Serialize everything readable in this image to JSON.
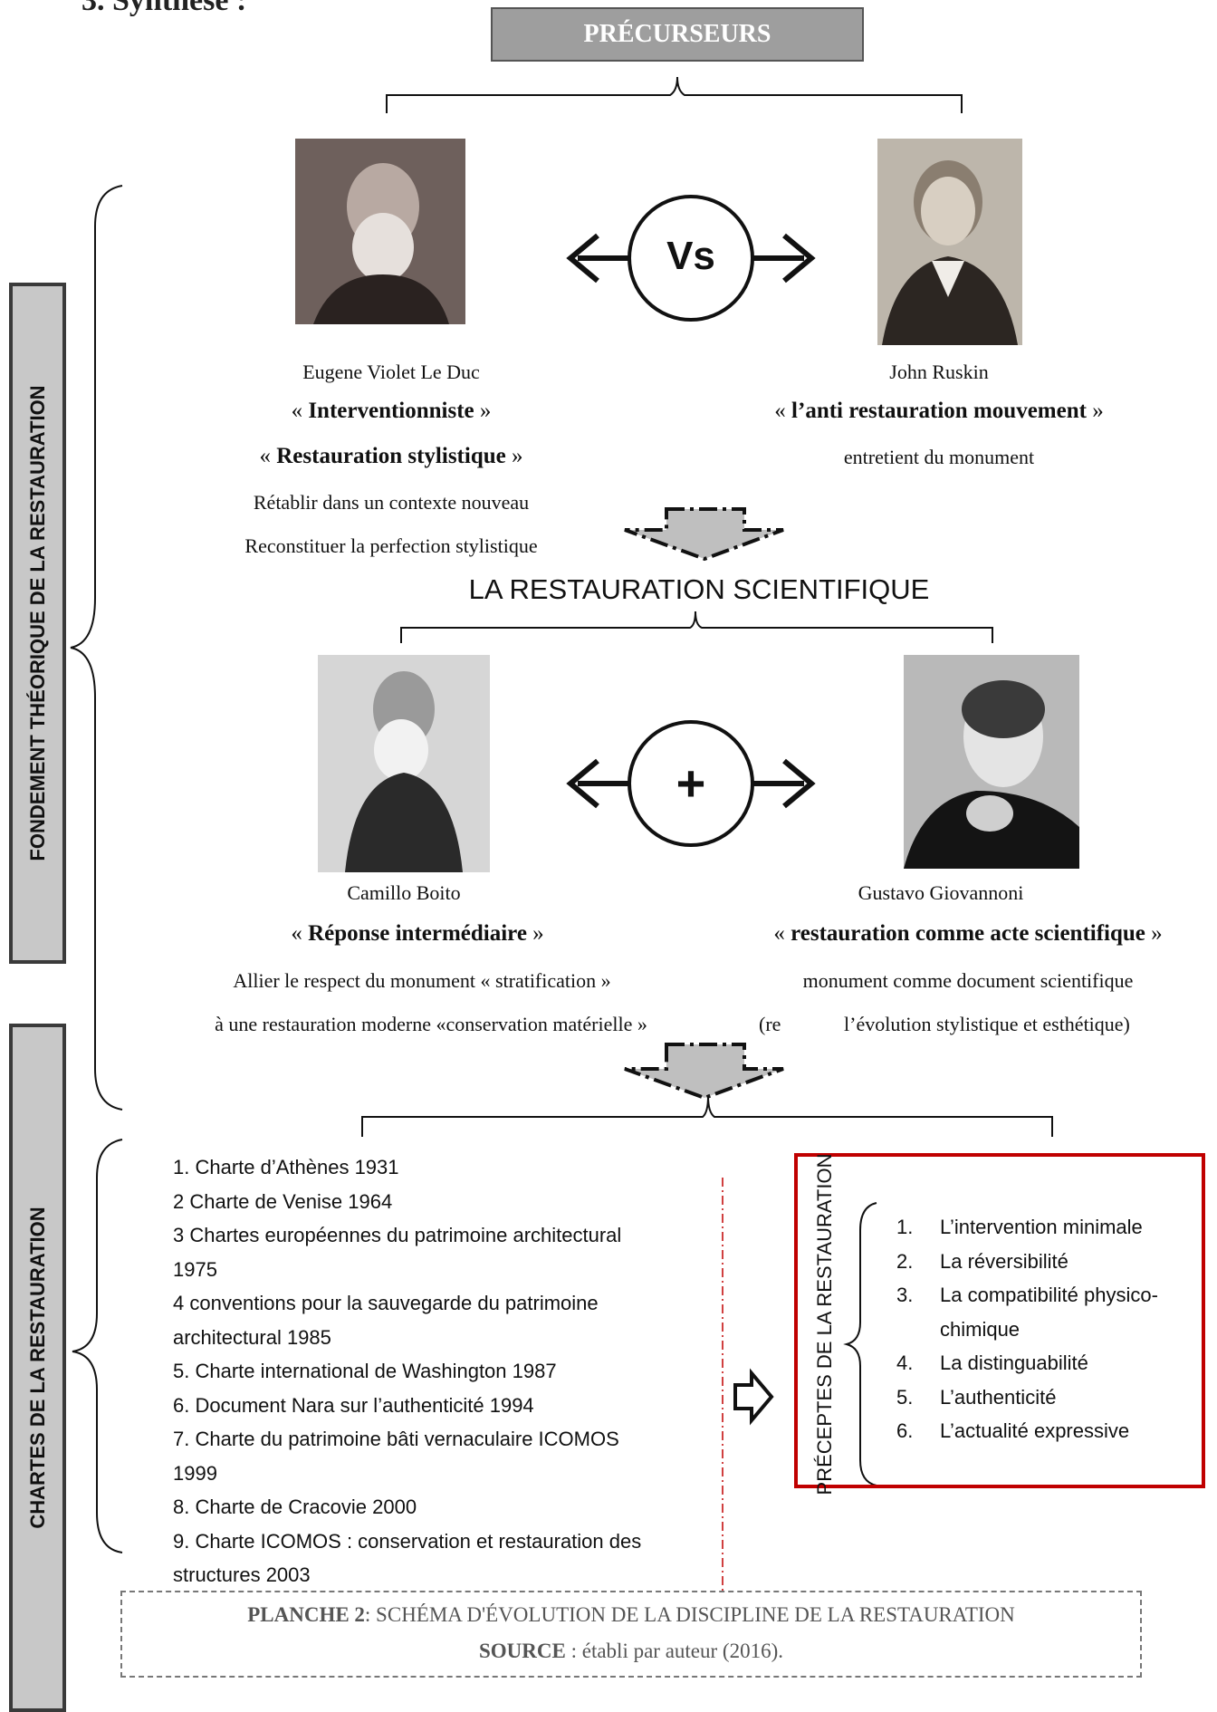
{
  "header": {
    "title": "PRÉCURSEURS"
  },
  "side_labels": {
    "theory": "FONDEMENT THÉORIQUE DE LA RESTAURATION",
    "charters": "CHARTES DE LA RESTAURATION"
  },
  "vs_symbol": "Vs",
  "plus_symbol": "+",
  "precursors": {
    "left": {
      "name": "Eugene Violet Le Duc",
      "quote_open": "« ",
      "quote_bold": "Interventionniste",
      "quote_close": " »",
      "quote2_open": "« ",
      "quote2_bold": "Restauration stylistique",
      "quote2_close": " »",
      "note1": "Rétablir dans un contexte nouveau",
      "note2": "Reconstituer la perfection stylistique"
    },
    "right": {
      "name": "John Ruskin",
      "quote_open": "« ",
      "quote_bold": "l’anti restauration mouvement",
      "quote_close": " »",
      "note1": "entretient du monument"
    }
  },
  "middle_title": "LA RESTAURATION SCIENTIFIQUE",
  "scientific": {
    "left": {
      "name": "Camillo Boito",
      "quote_open": "« ",
      "quote_bold": "Réponse intermédiaire",
      "quote_close": " »",
      "note1": "Allier le respect du monument « stratification »",
      "note2": "à une restauration moderne «conservation matérielle »"
    },
    "right": {
      "name": "Gustavo Giovannoni",
      "quote_open": "« ",
      "quote_bold": "restauration comme acte scientifique",
      "quote_close": " »",
      "note1": "monument comme document scientifique",
      "note2_a": "(re",
      "note2_b": "l’évolution stylistique et esthétique)"
    }
  },
  "charters": [
    "1. Charte d’Athènes 1931",
    "2 Charte de Venise 1964",
    "3 Chartes européennes du patrimoine architectural",
    "1975",
    "4 conventions pour la sauvegarde du patrimoine",
    "architectural 1985",
    "5. Charte international de Washington 1987",
    "6. Document Nara sur l’authenticité 1994",
    "7. Charte du patrimoine bâti vernaculaire ICOMOS",
    "1999",
    "8. Charte de Cracovie 2000",
    "9. Charte ICOMOS : conservation et restauration des",
    "structures 2003"
  ],
  "precepts": {
    "title": "PRÉCEPTES DE LA RESTAURATION",
    "items": [
      {
        "num": "1.",
        "text": "L’intervention minimale"
      },
      {
        "num": "2.",
        "text": "La réversibilité"
      },
      {
        "num": "3.",
        "text": "La compatibilité physico-"
      },
      {
        "num": "",
        "text": "chimique"
      },
      {
        "num": "4.",
        "text": "La distinguabilité"
      },
      {
        "num": "5.",
        "text": "L’authenticité"
      },
      {
        "num": "6.",
        "text": "L’actualité expressive"
      }
    ]
  },
  "footer": {
    "planche_label": "PLANCHE 2",
    "planche_text": ": SCHÉMA D'ÉVOLUTION DE LA DISCIPLINE DE LA RESTAURATION",
    "source_label": "SOURCE",
    "source_text": " : établi par auteur (2016)."
  },
  "colors": {
    "accent_red": "#c00000",
    "side_gray": "#c8c8c8",
    "title_gray": "#9e9e9e"
  }
}
